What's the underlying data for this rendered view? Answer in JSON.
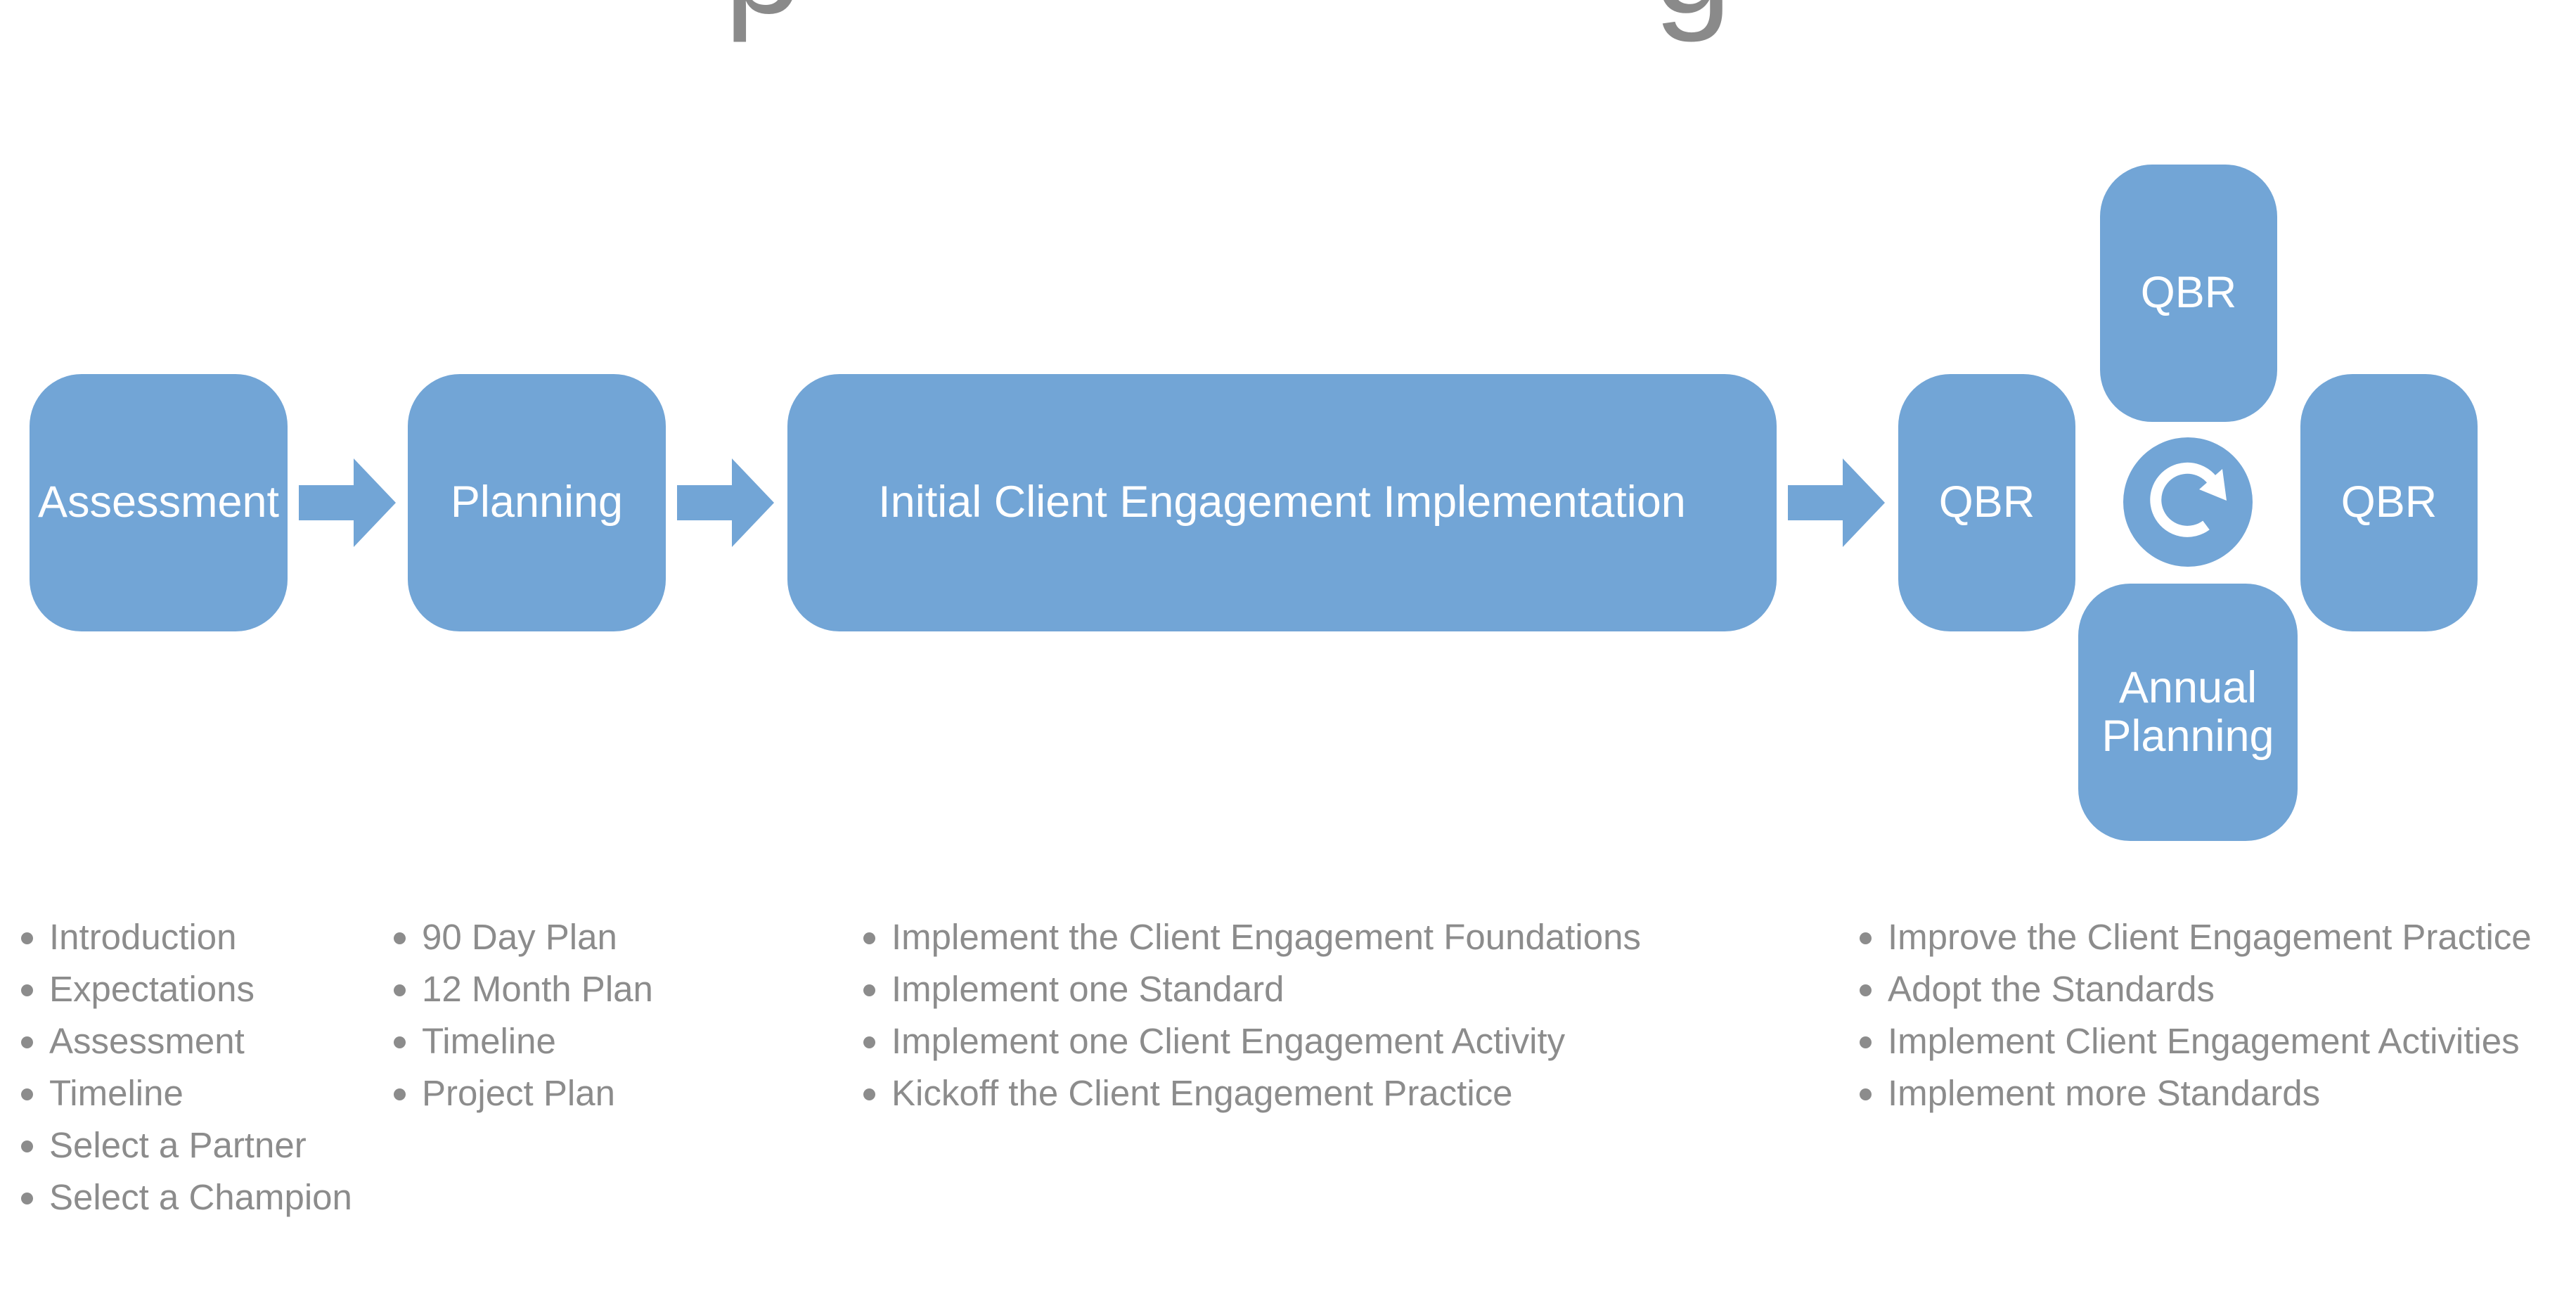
{
  "title": {
    "fragment_left": "p",
    "fragment_right": "g"
  },
  "colors": {
    "box_fill": "#72a5d6",
    "box_text": "#ffffff",
    "bullet_text": "#8c8c8c"
  },
  "stages": {
    "assessment": "Assessment",
    "planning": "Planning",
    "implementation": "Initial Client Engagement Implementation",
    "qbr_left": "QBR",
    "qbr_top": "QBR",
    "qbr_right": "QBR",
    "annual_planning_line1": "Annual",
    "annual_planning_line2": "Planning"
  },
  "icons": {
    "flow_arrow": "right-arrow-icon",
    "cycle": "refresh-cycle-icon"
  },
  "lists": {
    "assessment": [
      "Introduction",
      "Expectations",
      "Assessment",
      "Timeline",
      "Select a Partner",
      "Select a Champion"
    ],
    "planning": [
      "90 Day Plan",
      "12 Month Plan",
      "Timeline",
      "Project Plan"
    ],
    "implementation": [
      "Implement the Client Engagement Foundations",
      "Implement one Standard",
      "Implement one Client Engagement Activity",
      "Kickoff the Client Engagement Practice"
    ],
    "ongoing": [
      "Improve the Client Engagement Practice",
      "Adopt the Standards",
      "Implement Client Engagement Activities",
      "Implement more Standards"
    ]
  }
}
